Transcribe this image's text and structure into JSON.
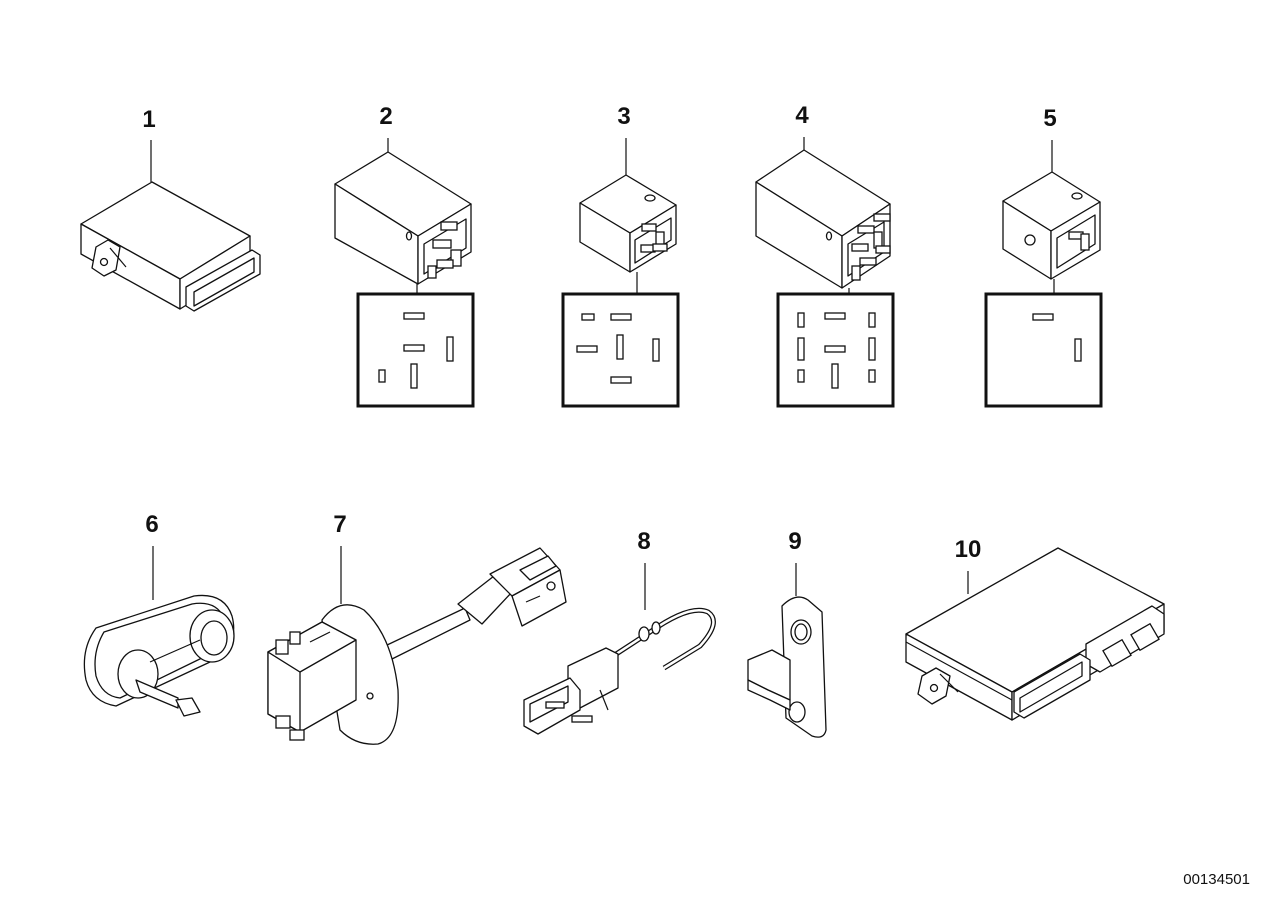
{
  "callouts": [
    "1",
    "2",
    "3",
    "4",
    "5",
    "6",
    "7",
    "8",
    "9",
    "10"
  ],
  "document_id": "00134501"
}
